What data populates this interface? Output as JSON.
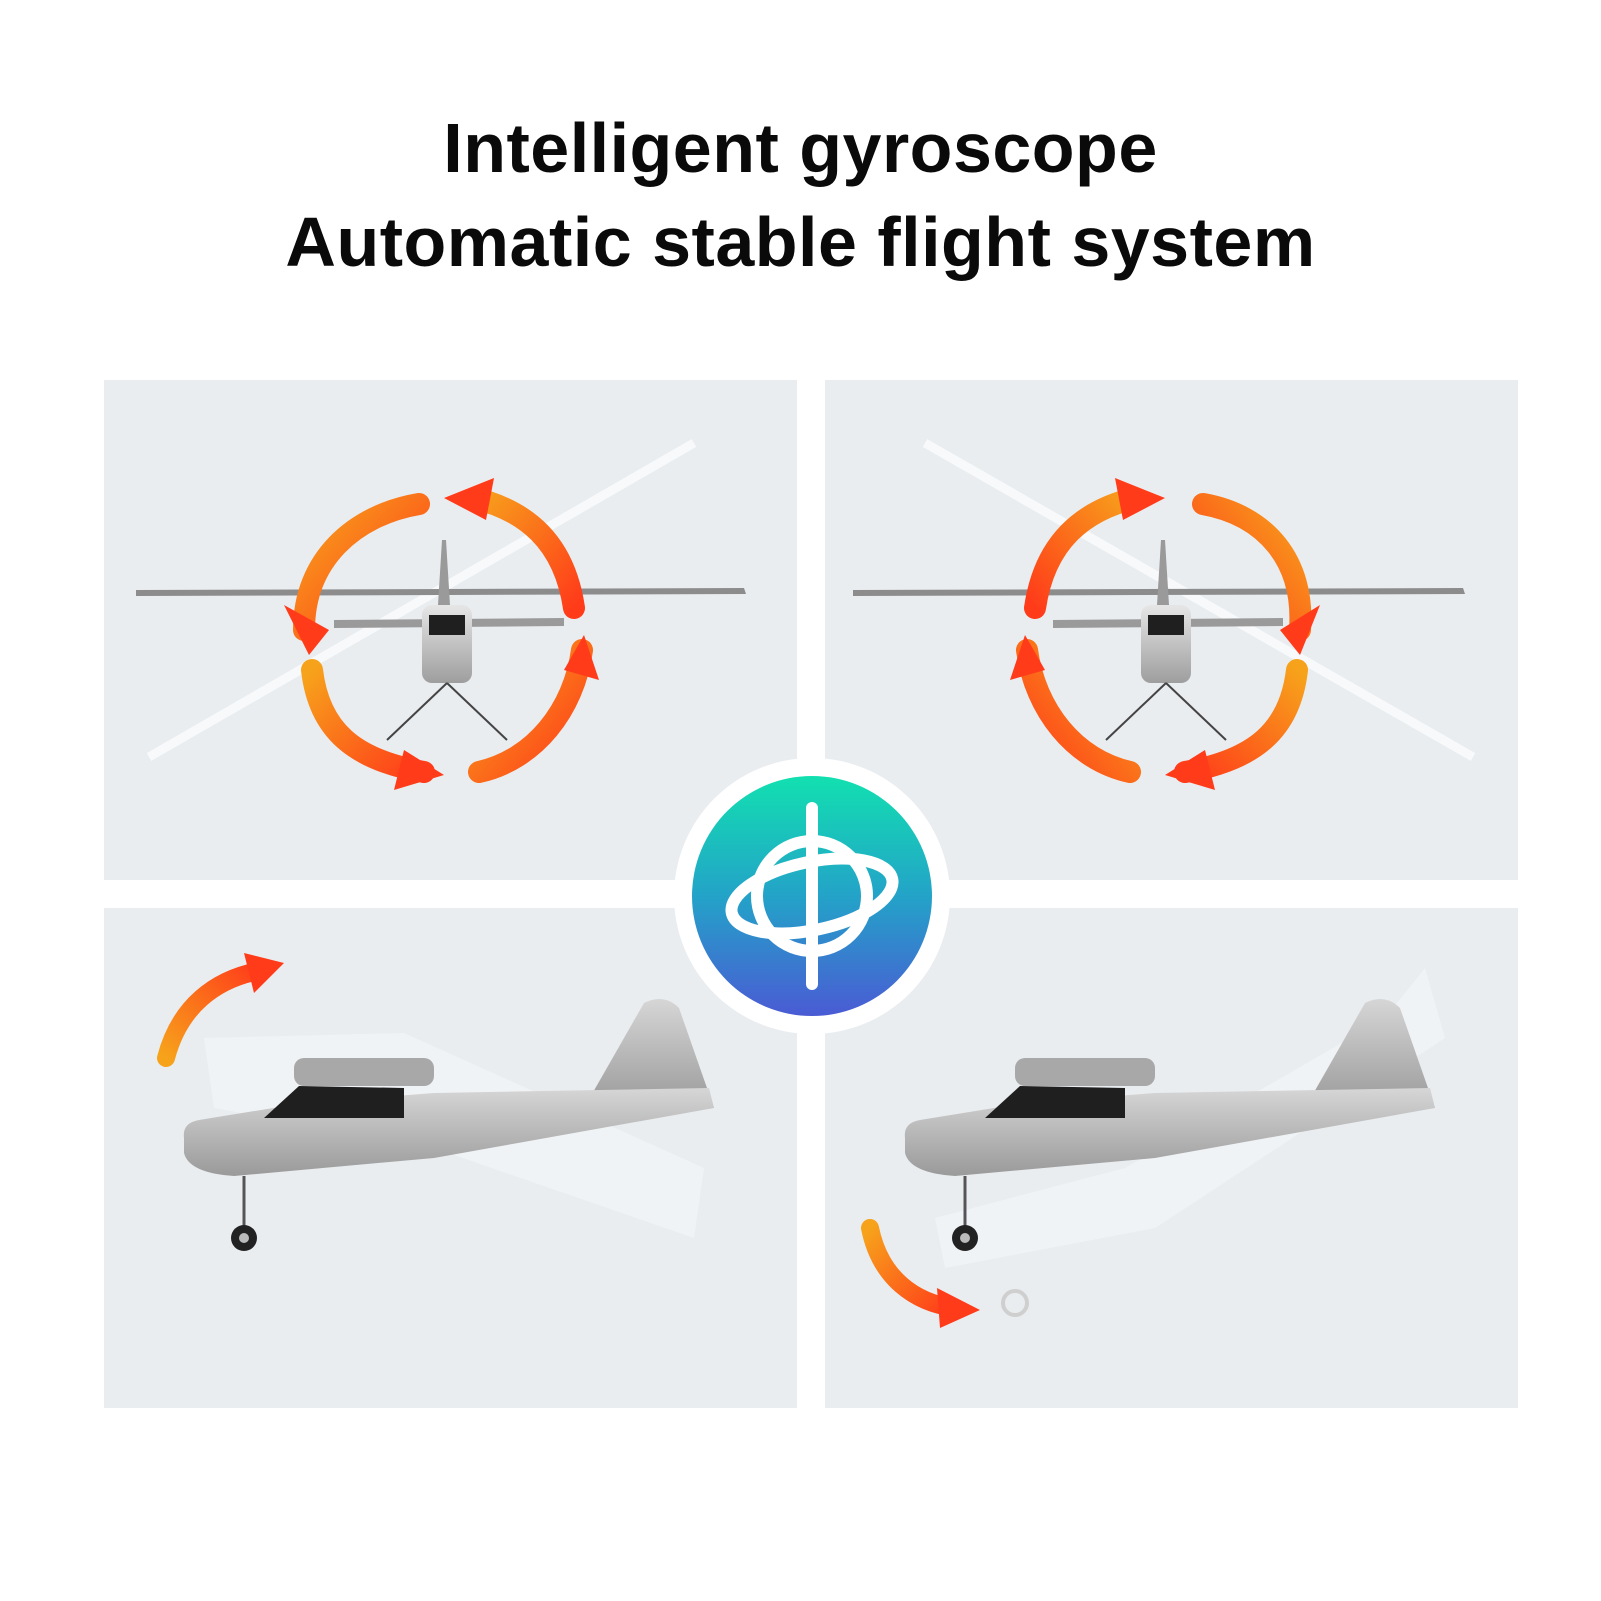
{
  "title": {
    "line1": "Intelligent gyroscope",
    "line2": "Automatic stable flight system"
  },
  "badge": {
    "icon": "gyroscope-icon"
  },
  "colors": {
    "background": "#ffffff",
    "panel": "#e9edf0",
    "arrow_orange": "#f7a21b",
    "arrow_red": "#ff3b1a",
    "badge_top": "#12e0b0",
    "badge_bottom": "#4a5bd4",
    "plane_body": "#b8b8b8"
  },
  "panels": [
    {
      "name": "roll-left",
      "view": "front"
    },
    {
      "name": "roll-right",
      "view": "front"
    },
    {
      "name": "pitch-up",
      "view": "side"
    },
    {
      "name": "pitch-down",
      "view": "side"
    }
  ]
}
